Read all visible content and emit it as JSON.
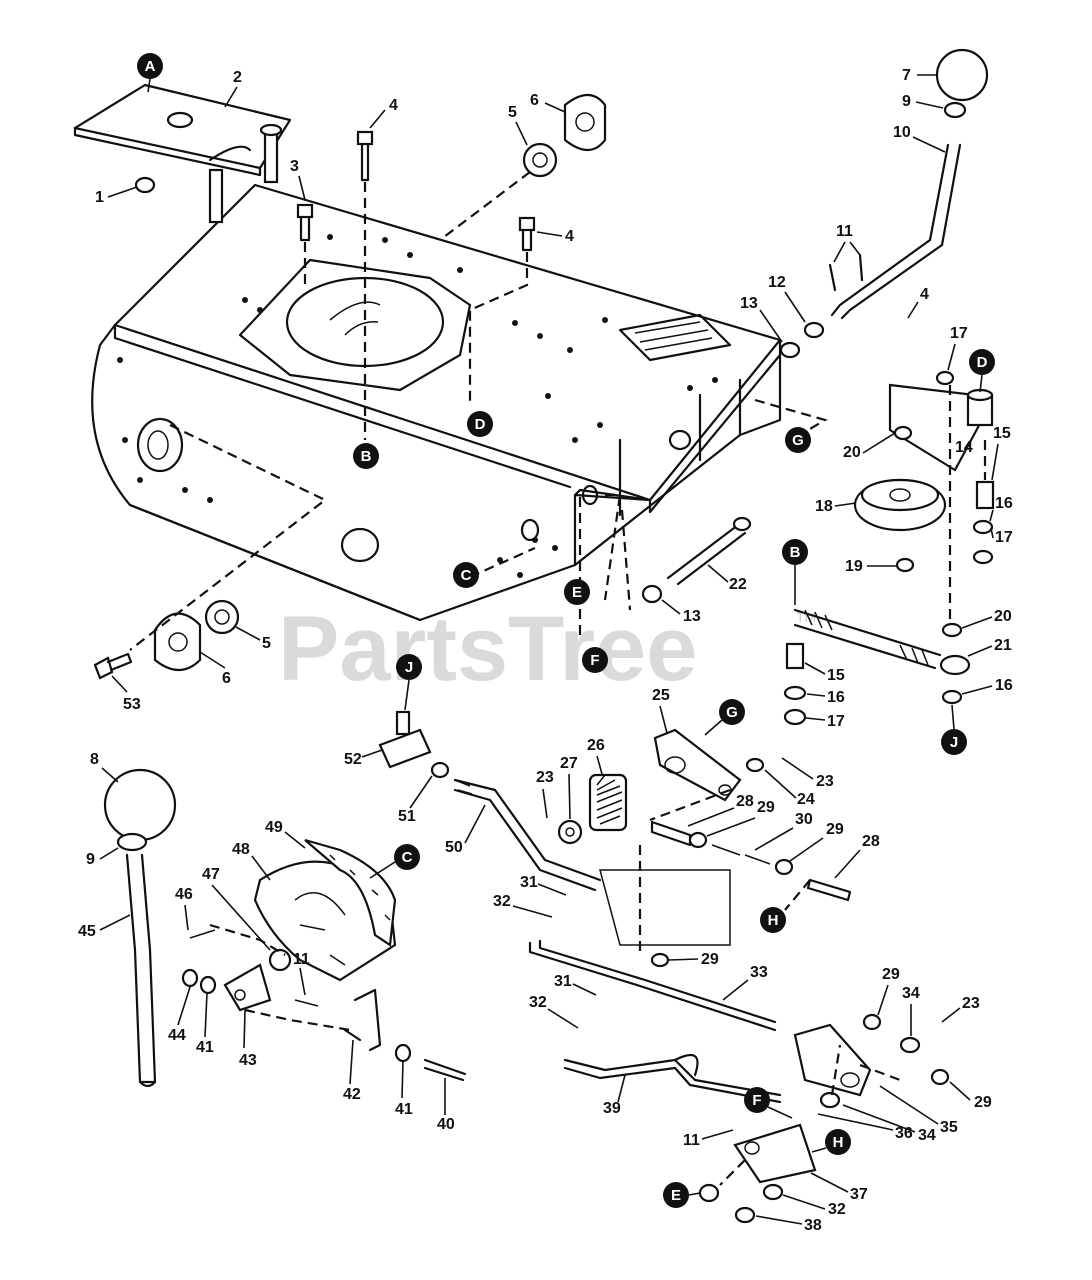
{
  "watermark": {
    "text": "PartsTree",
    "trademark": "TM"
  },
  "callout_letters": [
    "A",
    "B",
    "B",
    "C",
    "C",
    "D",
    "D",
    "E",
    "E",
    "F",
    "F",
    "G",
    "G",
    "H",
    "H",
    "J",
    "J"
  ],
  "part_numbers": [
    "1",
    "2",
    "3",
    "4",
    "4",
    "4",
    "5",
    "5",
    "6",
    "6",
    "7",
    "8",
    "9",
    "9",
    "10",
    "11",
    "11",
    "11",
    "12",
    "13",
    "13",
    "14",
    "15",
    "15",
    "16",
    "16",
    "16",
    "17",
    "17",
    "17",
    "18",
    "19",
    "20",
    "20",
    "21",
    "22",
    "23",
    "23",
    "23",
    "24",
    "25",
    "26",
    "27",
    "28",
    "28",
    "29",
    "29",
    "29",
    "29",
    "29",
    "30",
    "31",
    "31",
    "32",
    "32",
    "32",
    "33",
    "34",
    "34",
    "35",
    "36",
    "37",
    "38",
    "39",
    "40",
    "41",
    "41",
    "42",
    "43",
    "44",
    "45",
    "46",
    "47",
    "48",
    "49",
    "50",
    "51",
    "52",
    "53"
  ]
}
